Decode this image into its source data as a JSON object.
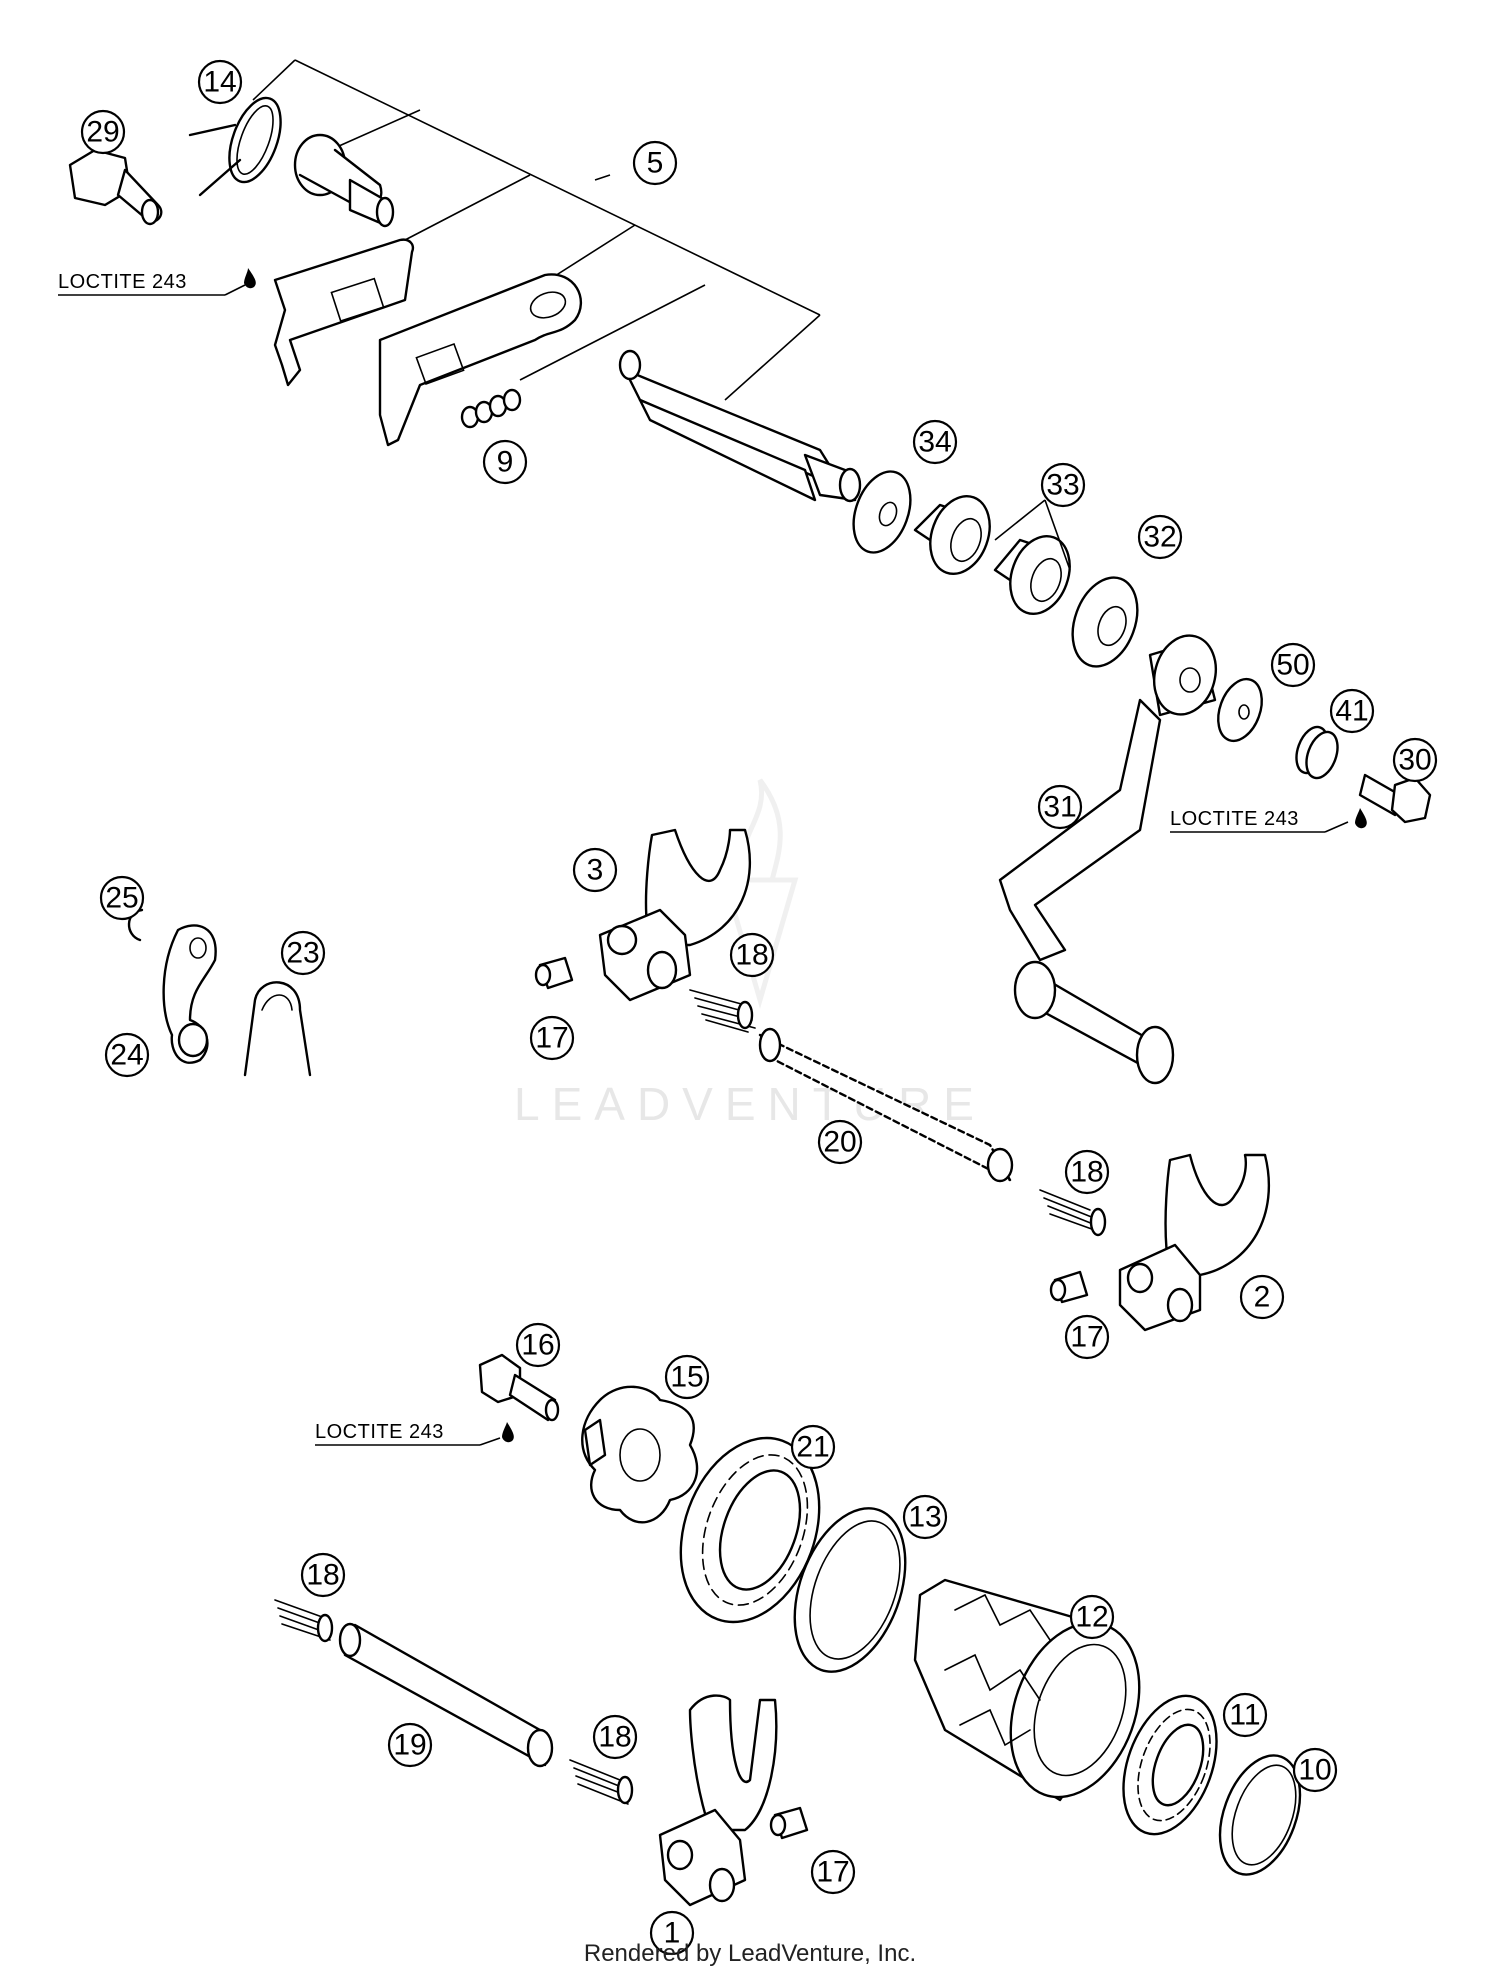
{
  "diagram": {
    "watermark": "LEADVENTURE",
    "footer": "Rendered by LeadVenture, Inc.",
    "loctite_labels": [
      "LOCTITE 243",
      "LOCTITE 243",
      "LOCTITE 243"
    ],
    "callouts": [
      "14",
      "29",
      "5",
      "9",
      "34",
      "33",
      "32",
      "50",
      "41",
      "30",
      "31",
      "3",
      "18",
      "17",
      "25",
      "23",
      "24",
      "20",
      "18",
      "2",
      "17",
      "16",
      "15",
      "21",
      "13",
      "12",
      "18",
      "19",
      "18",
      "11",
      "10",
      "1",
      "17"
    ]
  }
}
